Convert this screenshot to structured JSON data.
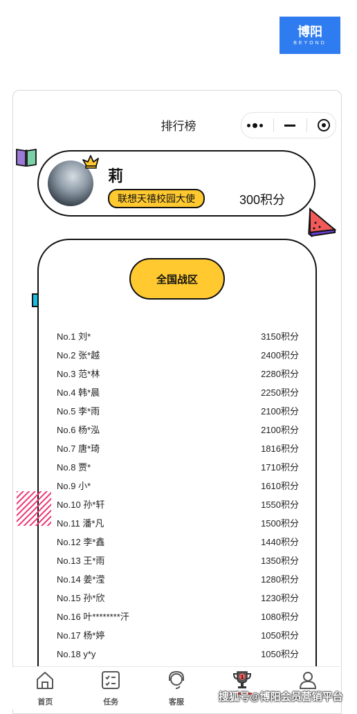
{
  "brand": {
    "name": "博阳",
    "sub": "BEYOND"
  },
  "header": {
    "title": "排行榜"
  },
  "profile": {
    "name": "莉",
    "badge": "联想天禧校园大使",
    "points": "300积分"
  },
  "zone_button": "全国战区",
  "ranking": [
    {
      "rank": "No.1",
      "name": "刘*",
      "points": "3150积分"
    },
    {
      "rank": "No.2",
      "name": "张*越",
      "points": "2400积分"
    },
    {
      "rank": "No.3",
      "name": "范*林",
      "points": "2280积分"
    },
    {
      "rank": "No.4",
      "name": "韩*晨",
      "points": "2250积分"
    },
    {
      "rank": "No.5",
      "name": "李*雨",
      "points": "2100积分"
    },
    {
      "rank": "No.6",
      "name": "杨*泓",
      "points": "2100积分"
    },
    {
      "rank": "No.7",
      "name": "唐*琦",
      "points": "1816积分"
    },
    {
      "rank": "No.8",
      "name": "贾*",
      "points": "1710积分"
    },
    {
      "rank": "No.9",
      "name": "小*",
      "points": "1610积分"
    },
    {
      "rank": "No.10",
      "name": "孙*轩",
      "points": "1550积分"
    },
    {
      "rank": "No.11",
      "name": "潘*凡",
      "points": "1500积分"
    },
    {
      "rank": "No.12",
      "name": "李*鑫",
      "points": "1440积分"
    },
    {
      "rank": "No.13",
      "name": "王*雨",
      "points": "1350积分"
    },
    {
      "rank": "No.14",
      "name": "姜*滢",
      "points": "1280积分"
    },
    {
      "rank": "No.15",
      "name": "孙*欣",
      "points": "1230积分"
    },
    {
      "rank": "No.16",
      "name": "叶********汗",
      "points": "1080积分"
    },
    {
      "rank": "No.17",
      "name": "杨*婷",
      "points": "1050积分"
    },
    {
      "rank": "No.18",
      "name": "y*y",
      "points": "1050积分"
    }
  ],
  "tabs": [
    {
      "label": "首页",
      "icon": "home-icon"
    },
    {
      "label": "任务",
      "icon": "task-list-icon"
    },
    {
      "label": "客服",
      "icon": "headset-icon"
    },
    {
      "label": "",
      "icon": "trophy-icon",
      "badge": "1",
      "active": true
    },
    {
      "label": "",
      "icon": "user-icon"
    }
  ],
  "watermark": "搜狐号@博阳会员营销平台",
  "colors": {
    "accent": "#ffc92f",
    "brand": "#2f7bf0",
    "active_underline": "#e83030"
  }
}
